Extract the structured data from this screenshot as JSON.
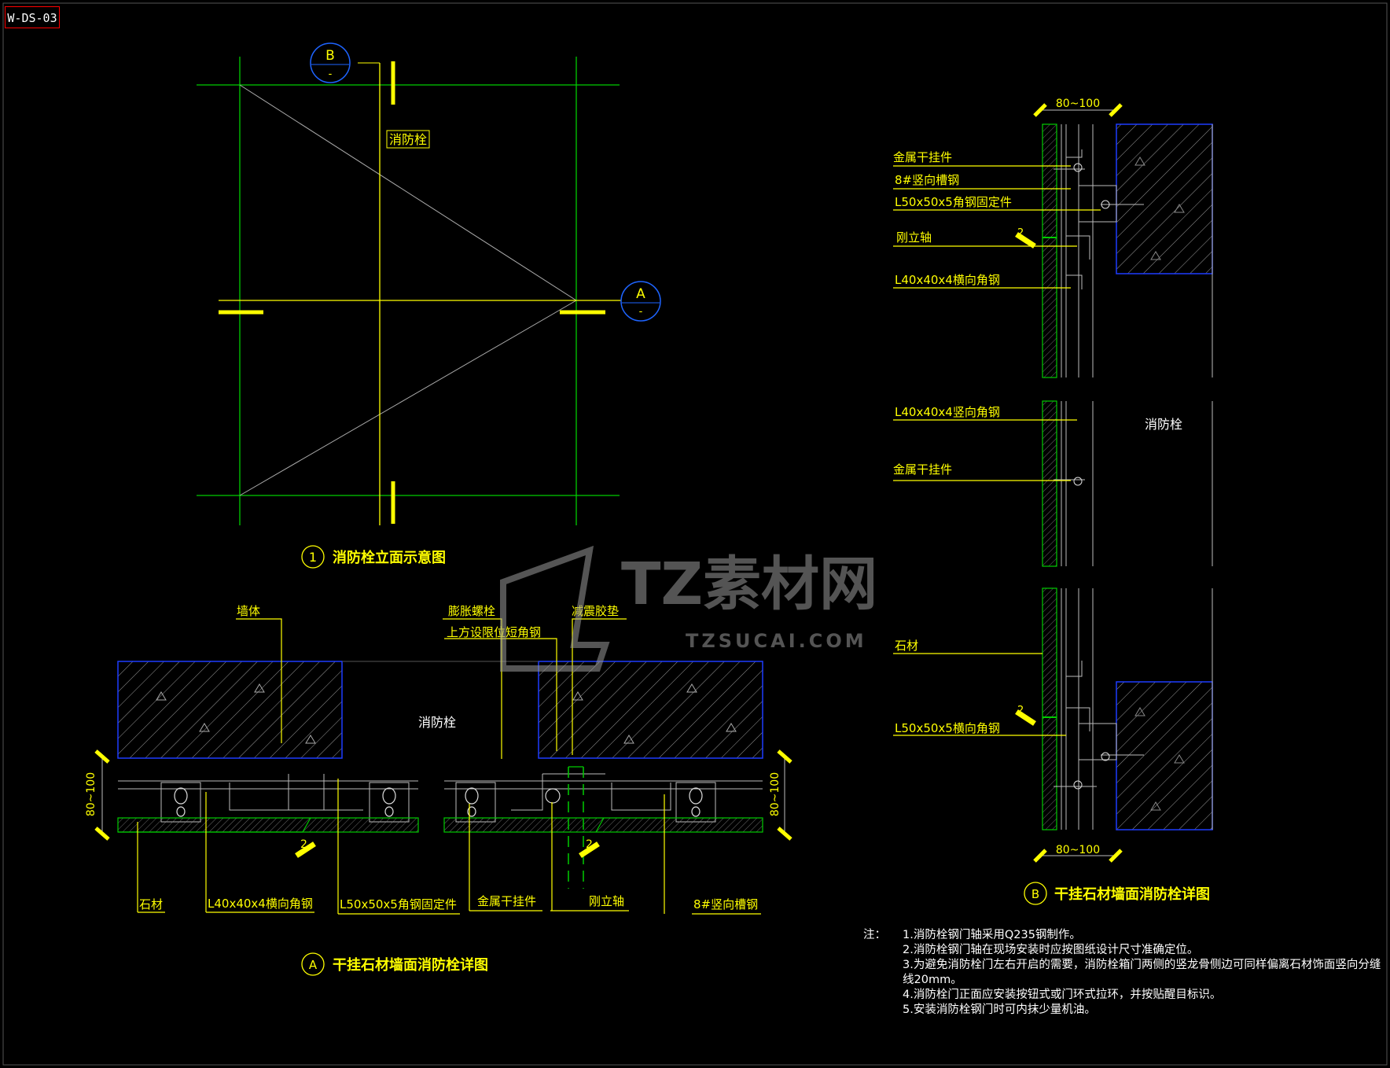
{
  "sheet_id": "W-DS-03",
  "colors": {
    "background": "#000000",
    "grid": "#00cc00",
    "text": "#ffff00",
    "wall_outline": "#0000ff",
    "bubble": "#1e64ff",
    "frame": "#ff0000"
  },
  "elevation": {
    "bubble_b": {
      "letter": "B",
      "sub": "-"
    },
    "bubble_a": {
      "letter": "A",
      "sub": "-"
    },
    "label": "消防栓",
    "caption_num": "1",
    "caption": "消防栓立面示意图"
  },
  "section_a": {
    "caption_letter": "A",
    "caption": "干挂石材墙面消防栓详图",
    "hydrant": "消防栓",
    "dim": "80~100",
    "symbol": "2",
    "labels": {
      "wall": "墙体",
      "bolt": "膨胀螺栓",
      "rubber": "减震胶垫",
      "limiter": "上方设限位短角钢",
      "stone": "石材",
      "angle_h": "L40x40x4横向角钢",
      "angle_fix": "L50x50x5角钢固定件",
      "hanger": "金属干挂件",
      "pivot": "刚立轴",
      "channel": "8#竖向槽钢"
    }
  },
  "section_b": {
    "caption_letter": "B",
    "caption": "干挂石材墙面消防栓详图",
    "hydrant": "消防栓",
    "dim_top": "80~100",
    "dim_bottom": "80~100",
    "symbol": "2",
    "labels": {
      "hanger1": "金属干挂件",
      "channel": "8#竖向槽钢",
      "angle_fix": "L50x50x5角钢固定件",
      "pivot": "刚立轴",
      "angle_h": "L40x40x4横向角钢",
      "angle_v": "L40x40x4竖向角钢",
      "hanger2": "金属干挂件",
      "stone": "石材",
      "angle_h5": "L50x50x5横向角钢"
    }
  },
  "notes": {
    "head": "注：",
    "items": [
      "1.消防栓钢门轴采用Q235钢制作。",
      "2.消防栓钢门轴在现场安装时应按图纸设计尺寸准确定位。",
      "3.为避免消防栓门左右开启的需要，消防栓箱门两侧的竖龙骨侧边可同样偏离石材饰面竖向分缝线20mm。",
      "4.消防栓门正面应安装按钮式或门环式拉环，并按贴醒目标识。",
      "5.安装消防栓钢门时可内抹少量机油。"
    ]
  },
  "watermark": {
    "cn": "TZ素材网",
    "en": "TZSUCAI.COM"
  }
}
